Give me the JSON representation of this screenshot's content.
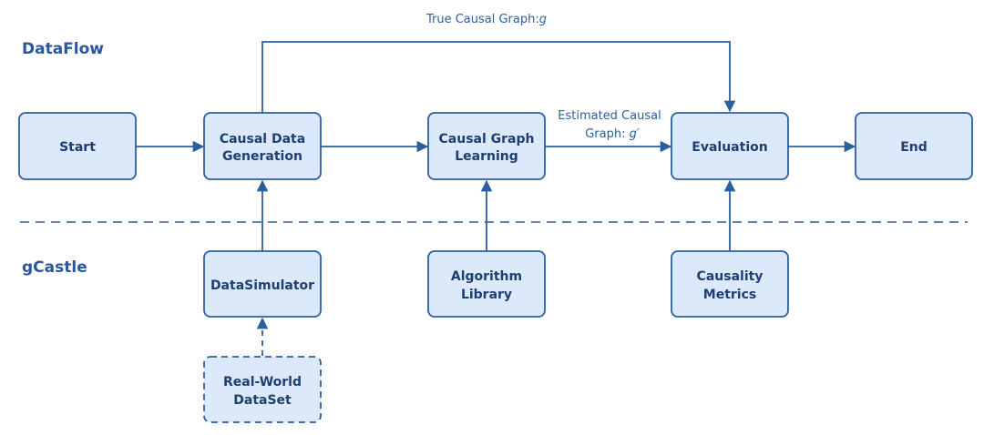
{
  "sections": {
    "top": "DataFlow",
    "bottom": "gCastle"
  },
  "nodes": {
    "start": [
      "Start"
    ],
    "causal_data_generation": [
      "Causal Data",
      "Generation"
    ],
    "causal_graph_learning": [
      "Causal Graph",
      "Learning"
    ],
    "evaluation": [
      "Evaluation"
    ],
    "end": [
      "End"
    ],
    "data_simulator": [
      "DataSimulator"
    ],
    "algorithm_library": [
      "Algorithm",
      "Library"
    ],
    "causality_metrics": [
      "Causality",
      "Metrics"
    ],
    "real_world_dataset": [
      "Real-World",
      "DataSet"
    ]
  },
  "edge_labels": {
    "true_graph_text": "True Causal Graph:",
    "true_graph_symbol": "g",
    "estimated_line1": "Estimated  Causal",
    "estimated_line2_text": "Graph: ",
    "estimated_line2_symbol": "g′"
  },
  "edges": [
    {
      "from": "Start",
      "to": "Causal Data Generation"
    },
    {
      "from": "Causal Data Generation",
      "to": "Causal Graph Learning"
    },
    {
      "from": "Causal Graph Learning",
      "to": "Evaluation",
      "label": "Estimated Causal Graph: g′"
    },
    {
      "from": "Evaluation",
      "to": "End"
    },
    {
      "from": "Causal Data Generation",
      "to": "Evaluation",
      "label": "True Causal Graph: g"
    },
    {
      "from": "DataSimulator",
      "to": "Causal Data Generation"
    },
    {
      "from": "Algorithm Library",
      "to": "Causal Graph Learning"
    },
    {
      "from": "Causality Metrics",
      "to": "Evaluation"
    },
    {
      "from": "Real-World DataSet",
      "to": "DataSimulator",
      "style": "dashed"
    }
  ]
}
